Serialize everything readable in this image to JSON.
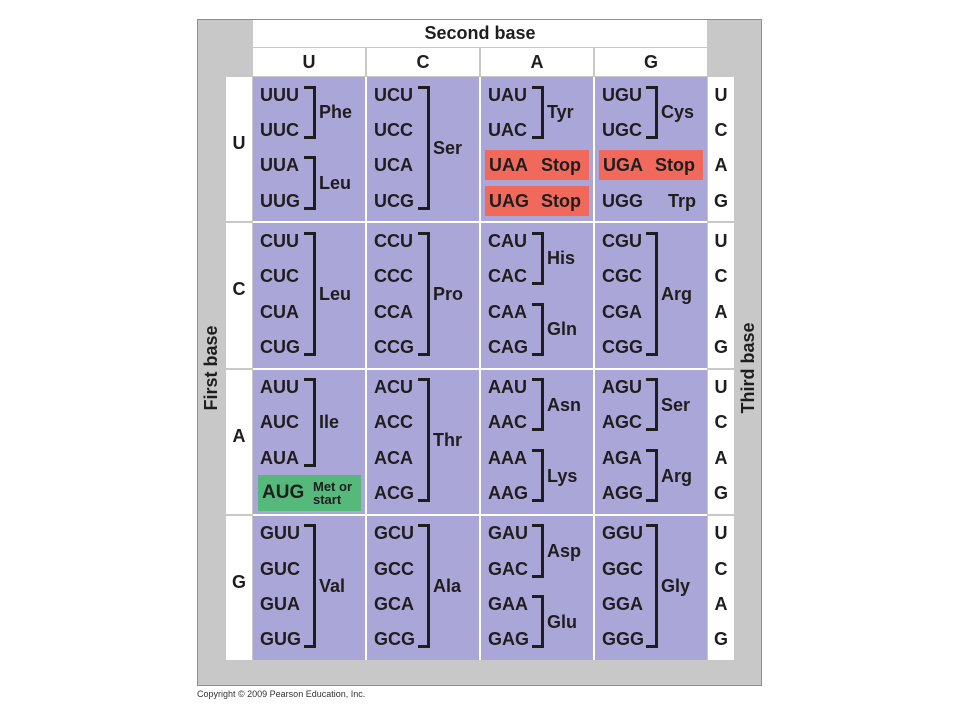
{
  "second_base": {
    "label": "Second base",
    "letters": [
      "U",
      "C",
      "A",
      "G"
    ]
  },
  "first_base": {
    "label": "First base",
    "letters": [
      "U",
      "C",
      "A",
      "G"
    ]
  },
  "third_base": {
    "label": "Third base",
    "letters": [
      "U",
      "C",
      "A",
      "G"
    ]
  },
  "codon_table": [
    [
      {
        "groups": [
          {
            "codons": [
              "UUU",
              "UUC"
            ],
            "amino_acid": "Phe"
          },
          {
            "codons": [
              "UUA",
              "UUG"
            ],
            "amino_acid": "Leu"
          }
        ]
      },
      {
        "groups": [
          {
            "codons": [
              "UCU",
              "UCC",
              "UCA",
              "UCG"
            ],
            "amino_acid": "Ser"
          }
        ]
      },
      {
        "groups": [
          {
            "codons": [
              "UAU",
              "UAC"
            ],
            "amino_acid": "Tyr"
          },
          {
            "codons": [
              "UAA"
            ],
            "amino_acid": "Stop",
            "highlight": "#f0695b"
          },
          {
            "codons": [
              "UAG"
            ],
            "amino_acid": "Stop",
            "highlight": "#f0695b"
          }
        ]
      },
      {
        "groups": [
          {
            "codons": [
              "UGU",
              "UGC"
            ],
            "amino_acid": "Cys"
          },
          {
            "codons": [
              "UGA"
            ],
            "amino_acid": "Stop",
            "highlight": "#f0695b"
          },
          {
            "codons": [
              "UGG"
            ],
            "amino_acid": "Trp"
          }
        ]
      }
    ],
    [
      {
        "groups": [
          {
            "codons": [
              "CUU",
              "CUC",
              "CUA",
              "CUG"
            ],
            "amino_acid": "Leu"
          }
        ]
      },
      {
        "groups": [
          {
            "codons": [
              "CCU",
              "CCC",
              "CCA",
              "CCG"
            ],
            "amino_acid": "Pro"
          }
        ]
      },
      {
        "groups": [
          {
            "codons": [
              "CAU",
              "CAC"
            ],
            "amino_acid": "His"
          },
          {
            "codons": [
              "CAA",
              "CAG"
            ],
            "amino_acid": "Gln"
          }
        ]
      },
      {
        "groups": [
          {
            "codons": [
              "CGU",
              "CGC",
              "CGA",
              "CGG"
            ],
            "amino_acid": "Arg"
          }
        ]
      }
    ],
    [
      {
        "groups": [
          {
            "codons": [
              "AUU",
              "AUC",
              "AUA"
            ],
            "amino_acid": "Ile"
          },
          {
            "codons": [
              "AUG"
            ],
            "amino_acid": "Met or start",
            "highlight": "#55b97c"
          }
        ]
      },
      {
        "groups": [
          {
            "codons": [
              "ACU",
              "ACC",
              "ACA",
              "ACG"
            ],
            "amino_acid": "Thr"
          }
        ]
      },
      {
        "groups": [
          {
            "codons": [
              "AAU",
              "AAC"
            ],
            "amino_acid": "Asn"
          },
          {
            "codons": [
              "AAA",
              "AAG"
            ],
            "amino_acid": "Lys"
          }
        ]
      },
      {
        "groups": [
          {
            "codons": [
              "AGU",
              "AGC"
            ],
            "amino_acid": "Ser"
          },
          {
            "codons": [
              "AGA",
              "AGG"
            ],
            "amino_acid": "Arg"
          }
        ]
      }
    ],
    [
      {
        "groups": [
          {
            "codons": [
              "GUU",
              "GUC",
              "GUA",
              "GUG"
            ],
            "amino_acid": "Val"
          }
        ]
      },
      {
        "groups": [
          {
            "codons": [
              "GCU",
              "GCC",
              "GCA",
              "GCG"
            ],
            "amino_acid": "Ala"
          }
        ]
      },
      {
        "groups": [
          {
            "codons": [
              "GAU",
              "GAC"
            ],
            "amino_acid": "Asp"
          },
          {
            "codons": [
              "GAA",
              "GAG"
            ],
            "amino_acid": "Glu"
          }
        ]
      },
      {
        "groups": [
          {
            "codons": [
              "GGU",
              "GGC",
              "GGA",
              "GGG"
            ],
            "amino_acid": "Gly"
          }
        ]
      }
    ]
  ],
  "copyright": "Copyright © 2009 Pearson Education, Inc.",
  "colors": {
    "frame": "#c8c8c8",
    "cell_fill": "#aba6d8",
    "stop_highlight": "#f0695b",
    "start_highlight": "#55b97c",
    "text": "#1e1e1e"
  }
}
